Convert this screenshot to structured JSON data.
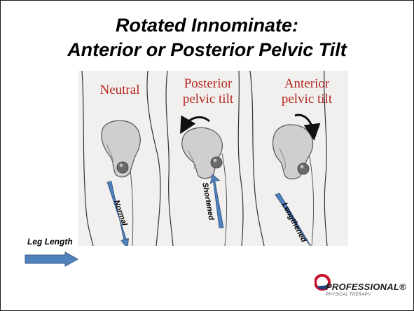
{
  "slide": {
    "title_line1": "Rotated Innominate:",
    "title_line2": "Anterior or Posterior Pelvic Tilt"
  },
  "panels": [
    {
      "label_lines": [
        "Neutral"
      ],
      "arrow_label": "Normal",
      "leg_state": "normal"
    },
    {
      "label_lines": [
        "Posterior",
        "pelvic tilt"
      ],
      "arrow_label": "Shortened",
      "leg_state": "shortened",
      "rotation_icon": "counterclockwise-arrow-icon"
    },
    {
      "label_lines": [
        "Anterior",
        "pelvic tilt"
      ],
      "arrow_label": "Lengthened",
      "leg_state": "lengthened",
      "rotation_icon": "clockwise-arrow-icon"
    }
  ],
  "legend": {
    "leg_length_label": "Leg Length"
  },
  "logo": {
    "name": "PROFESSIONAL",
    "registered_mark": "®",
    "tagline": "PHYSICAL THERAPY"
  },
  "colors": {
    "label_red": "#b3261e",
    "arrow_fill": "#4f81bd",
    "arrow_stroke": "#385d8a",
    "logo_red": "#c8102e",
    "logo_blue": "#1f3f7a",
    "photo_background": "#f2f0ee"
  }
}
